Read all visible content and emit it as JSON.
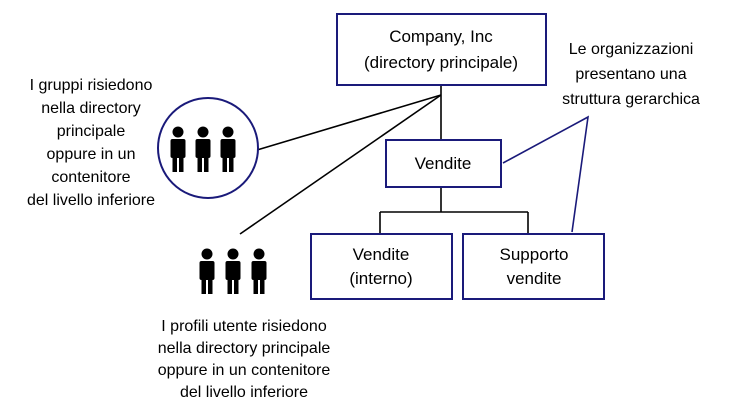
{
  "nodes": {
    "company": {
      "line1": "Company, Inc",
      "line2": "(directory principale)"
    },
    "vendite": {
      "line1": "Vendite"
    },
    "vendite_interno": {
      "line1": "Vendite",
      "line2": "(interno)"
    },
    "supporto_vendite": {
      "line1": "Supporto",
      "line2": "vendite"
    }
  },
  "annotations": {
    "organizations": [
      "Le organizzazioni",
      "presentano una",
      "struttura gerarchica"
    ],
    "groups": [
      "I gruppi risiedono",
      "nella directory",
      "principale",
      "oppure in un",
      "contenitore",
      "del livello inferiore"
    ],
    "user_profiles": [
      "I profili utente risiedono",
      "nella directory principale",
      "oppure in un contenitore",
      "del livello inferiore"
    ]
  },
  "icons": {
    "group": "group-icon",
    "users": "users-icon"
  },
  "colors": {
    "box_border": "#1a1a7a",
    "connector": "#000000",
    "pointer": "#1a1a7a"
  }
}
